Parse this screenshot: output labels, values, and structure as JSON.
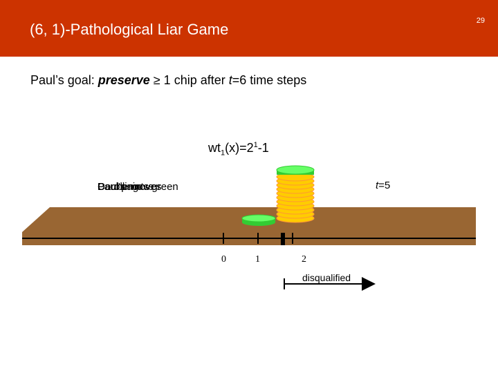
{
  "slide": {
    "title": "(6, 1)-Pathological Liar Game",
    "page_number": "29",
    "goal_prefix": "Paul’s goal: ",
    "goal_emphasis": "preserve",
    "goal_relation": " ≥ 1 chip after ",
    "goal_t": "t",
    "goal_suffix": "=6 time steps",
    "weight_prefix": "wt",
    "weight_sub": "1",
    "weight_mid": "(x)=2",
    "weight_sup": "1",
    "weight_suffix": "-1",
    "overlap_text_1": "Carole moves",
    "overlap_text_2": "Paul's move",
    "overlap_text_3": "Doubling",
    "overlap_text_4": "Paul paints green",
    "time_var": "t",
    "time_value": "=5",
    "axis_labels": [
      "0",
      "1",
      "2"
    ],
    "disqualified_label": "disqualified"
  },
  "colors": {
    "header": "#cc3300",
    "board": "#996633",
    "chip_green": "#66ff66",
    "chip_orange": "#ffcc00",
    "chip_edge": "#ff9933"
  }
}
